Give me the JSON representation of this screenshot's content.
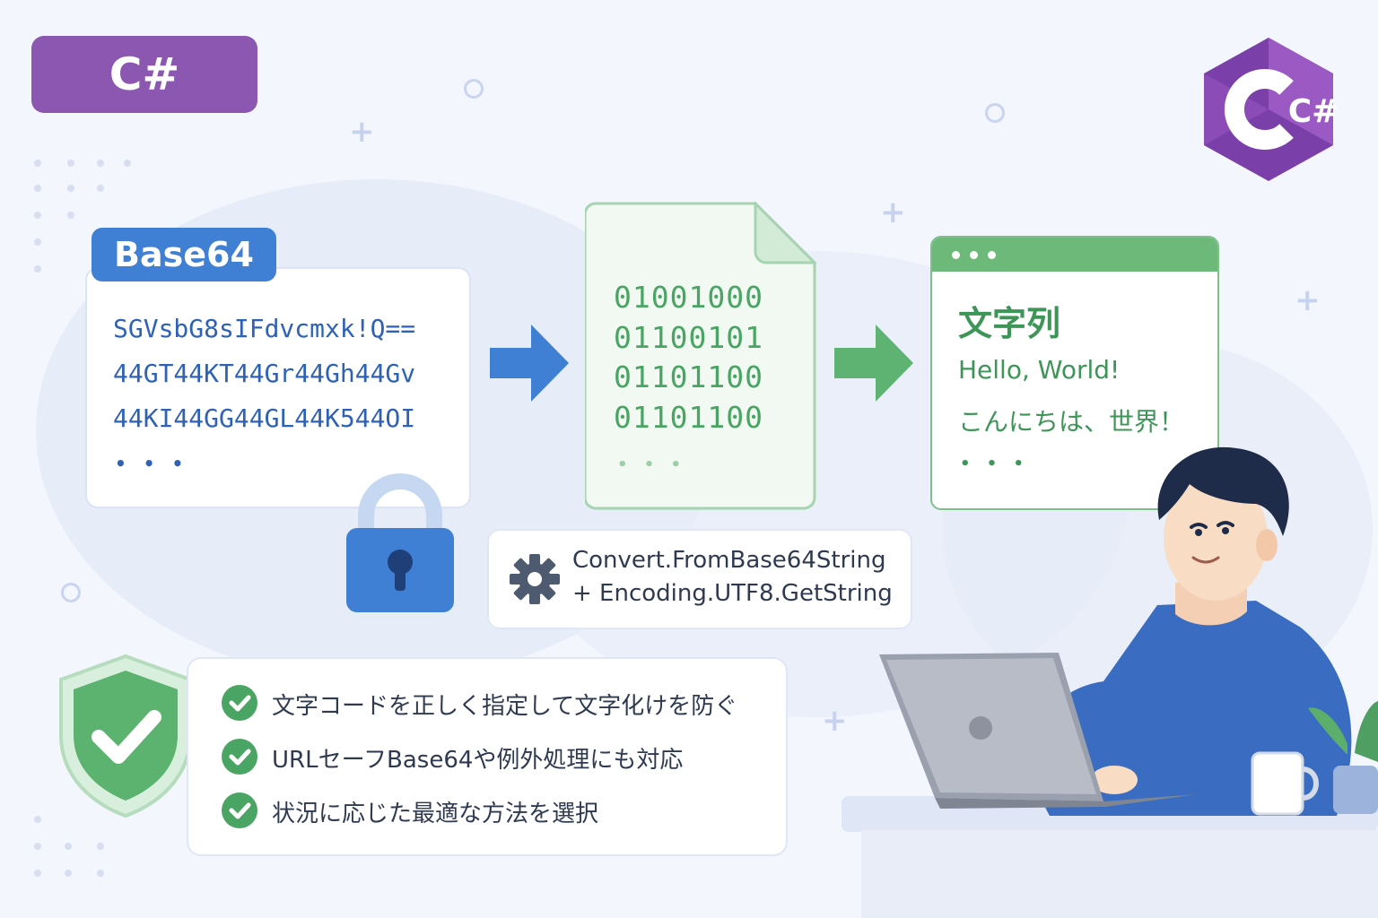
{
  "language_tag": "C#",
  "logo": {
    "label": "C#",
    "icon": "csharp-logo-icon",
    "colors": [
      "#9b59c4",
      "#7a3fa8",
      "#ffffff"
    ]
  },
  "base64_card": {
    "tag": "Base64",
    "lines": [
      "SGVsbG8sIFdvcmxk!Q==",
      "44GT44KT44Gr44Gh44Gv",
      "44KI44GG44GL44K544OI"
    ],
    "ellipsis": "• • •"
  },
  "binary_doc": {
    "lines": [
      "01001000",
      "01100101",
      "01101100",
      "01101100"
    ],
    "ellipsis": "• • •"
  },
  "output_window": {
    "title": "文字列",
    "lines": [
      "Hello, World!",
      "こんにちは、世界！"
    ],
    "ellipsis": "• • •"
  },
  "method": {
    "line1": "Convert.FromBase64String",
    "line2": "+ Encoding.UTF8.GetString"
  },
  "features": [
    "文字コードを正しく指定して文字化けを防ぐ",
    "URLセーフBase64や例外処理にも対応",
    "状況に応じた最適な方法を選択"
  ],
  "colors": {
    "purple": "#8b57b0",
    "blue": "#3f7fd4",
    "green": "#4aa463",
    "text": "#2f3a50"
  }
}
